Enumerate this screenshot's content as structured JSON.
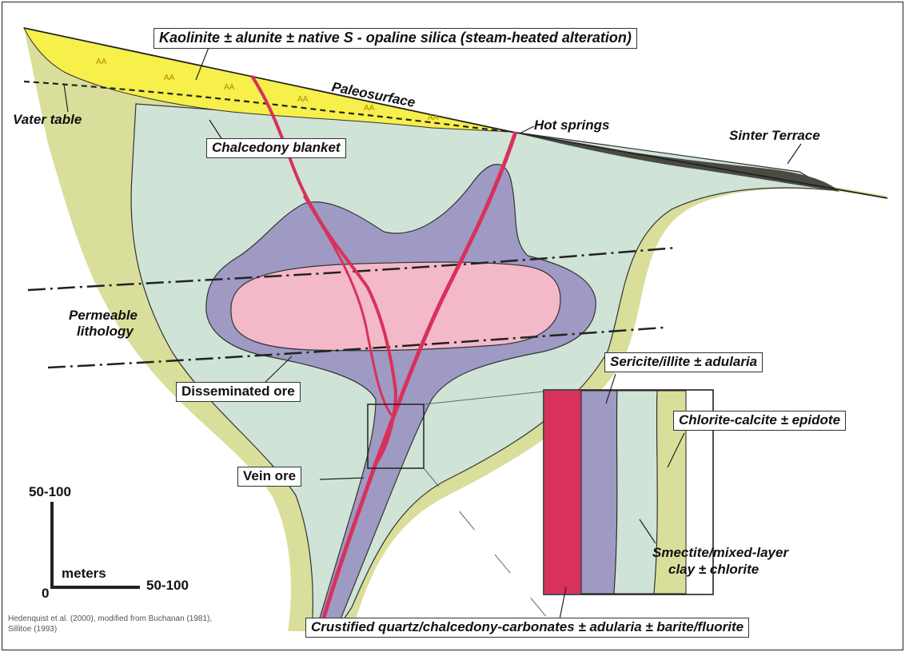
{
  "title_box": "Kaolinite ± alunite ± native S - opaline silica (steam-heated alteration)",
  "labels": {
    "water_table": "Vater table",
    "paleosurface": "Paleosurface",
    "hot_springs": "Hot springs",
    "sinter_terrace": "Sinter Terrace",
    "chalcedony_blanket": "Chalcedony blanket",
    "permeable_lithology_1": "Permeable",
    "permeable_lithology_2": "lithology",
    "disseminated_ore": "Disseminated ore",
    "vein_ore": "Vein ore",
    "sericite": "Sericite/illite ± adularia",
    "chlorite": "Chlorite-calcite ± epidote",
    "smectite_1": "Smectite/mixed-layer",
    "smectite_2": "clay ± chlorite",
    "crustified": "Crustified quartz/chalcedony-carbonates ± adularia ± barite/fluorite",
    "aa_mark": "AA"
  },
  "scale": {
    "vertical": "50-100",
    "horizontal": "50-100",
    "unit": "meters",
    "origin": "0"
  },
  "citation": {
    "line1": "Hedenquist et al. (2000), modified from Buchanan (1981),",
    "line2": "Sillitoe (1993)"
  },
  "colors": {
    "kaolinite_zone": "#f7ef4a",
    "chlorite_zone": "#d9df9b",
    "smectite_zone": "#cfe3d6",
    "sericite_zone": "#9e9ac3",
    "ore_zone": "#f3b9c9",
    "vein": "#d8315b",
    "sinter": "#4a4a42"
  }
}
